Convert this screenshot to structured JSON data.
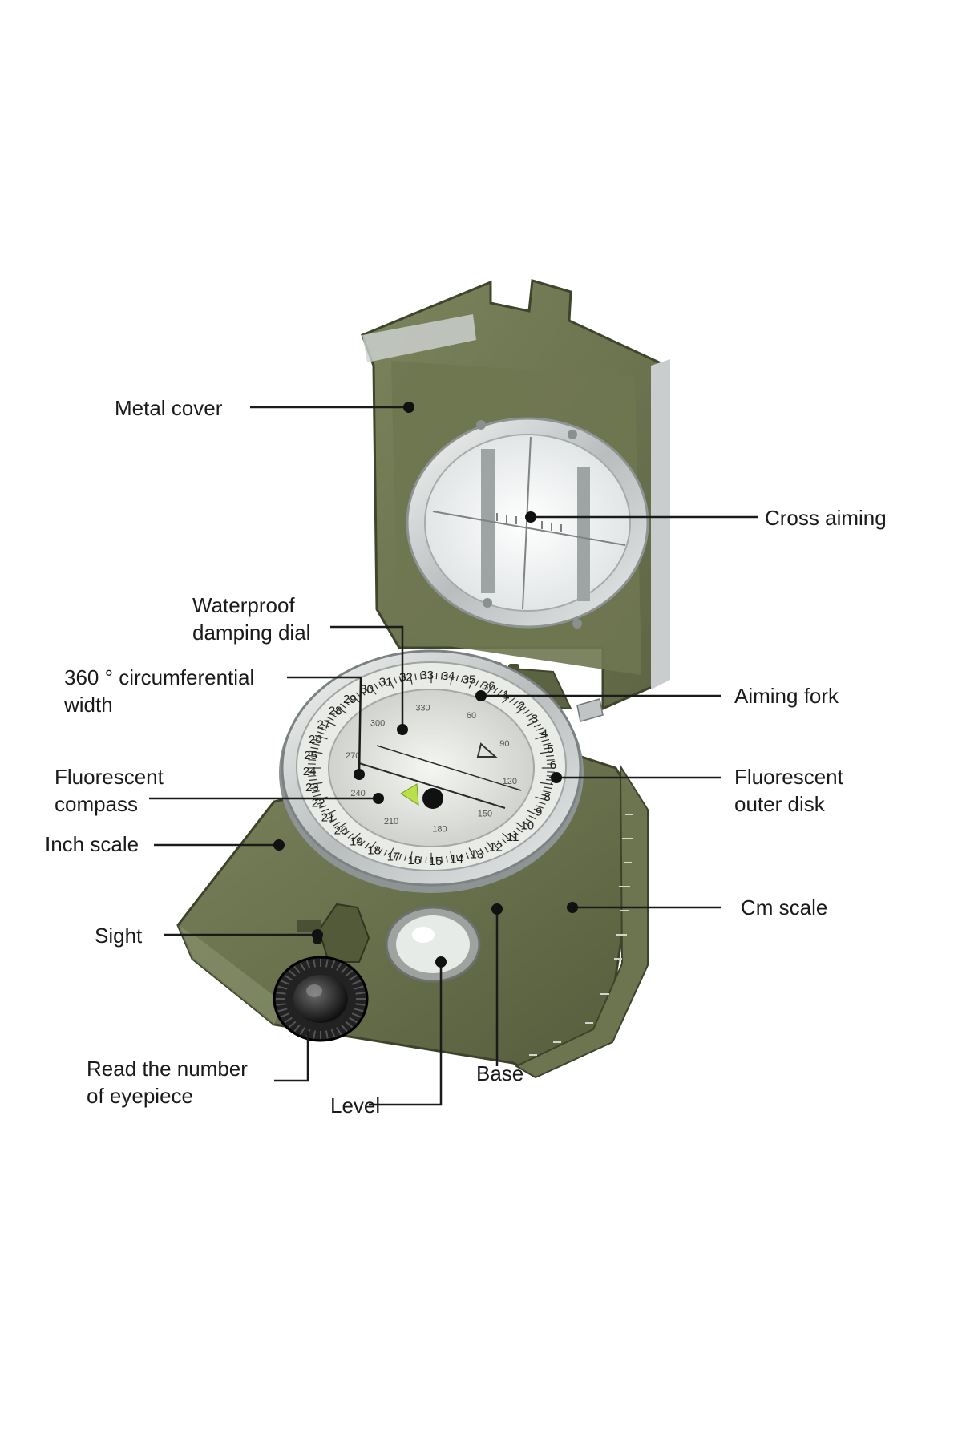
{
  "labels": {
    "metal_cover": "Metal cover",
    "cross_aiming": "Cross aiming",
    "waterproof": [
      "Waterproof",
      "damping dial"
    ],
    "circumferential": [
      "360 ° circumferential",
      "width"
    ],
    "aiming_fork": "Aiming fork",
    "fluorescent_compass": [
      "Fluorescent",
      "compass"
    ],
    "fluorescent_outer": [
      "Fluorescent",
      "outer disk"
    ],
    "inch_scale": "Inch scale",
    "cm_scale": "Cm scale",
    "sight": "Sight",
    "eyepiece": [
      "Read the number",
      "of eyepiece"
    ],
    "level": "Level",
    "base": "Base"
  },
  "dial": {
    "outer_numbers": [
      "31",
      "32",
      "33",
      "34",
      "35",
      "36",
      "1",
      "2",
      "3",
      "4",
      "5",
      "6",
      "7",
      "8",
      "9",
      "10",
      "11",
      "12",
      "13",
      "14",
      "15",
      "16",
      "17",
      "18",
      "19",
      "20",
      "21",
      "22",
      "23",
      "24",
      "25",
      "26",
      "27",
      "28",
      "29",
      "30"
    ],
    "inner_numbers": [
      "60",
      "90",
      "120",
      "150",
      "180",
      "210",
      "240",
      "270",
      "300",
      "330"
    ]
  },
  "colors": {
    "body": "#6b7350",
    "body_dark": "#4f5638",
    "body_light": "#858d68",
    "chrome": "#d9dcdc",
    "dial": "#e9ece6",
    "lume": "#b8e04a",
    "line": "#1a1a1a"
  }
}
